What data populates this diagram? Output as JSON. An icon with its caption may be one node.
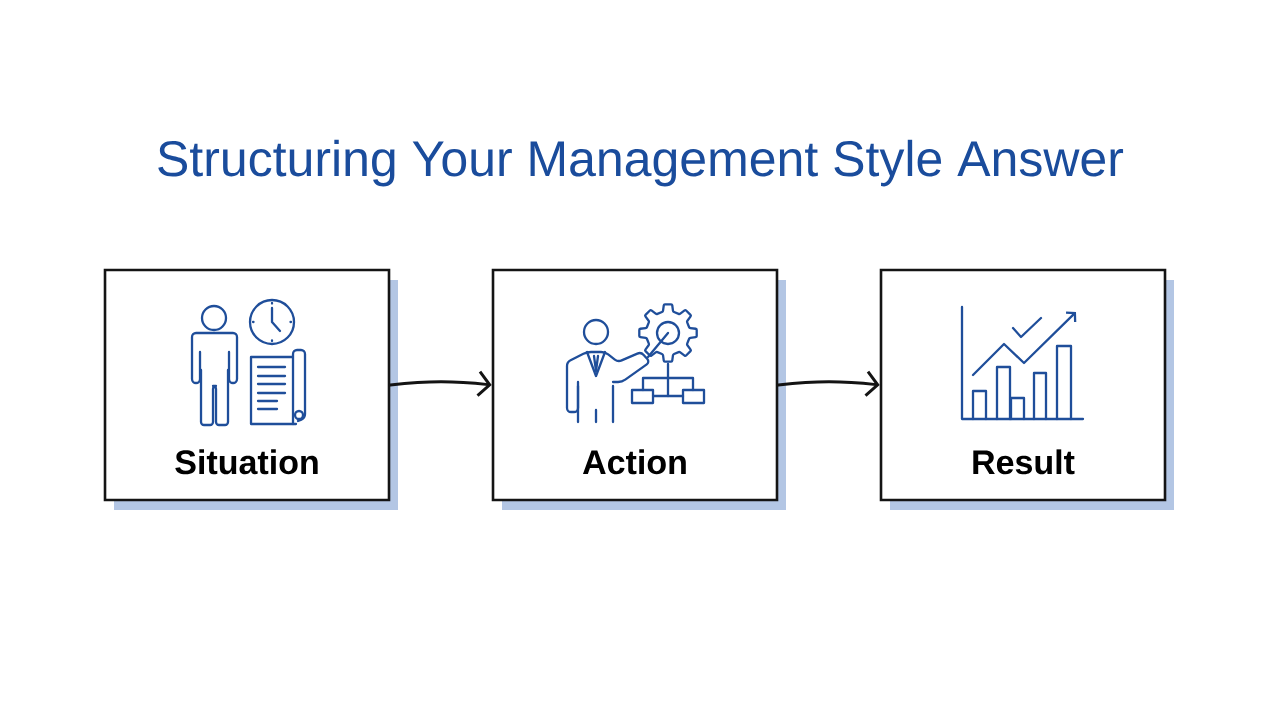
{
  "diagram": {
    "title": "Structuring Your Management Style Answer",
    "nodes": [
      {
        "text": [
          "Situation"
        ]
      },
      {
        "text": [
          "Action"
        ]
      },
      {
        "text": [
          "Result"
        ]
      }
    ],
    "edges": [
      {
        "from": 0,
        "to": 1,
        "arrow": "to"
      },
      {
        "from": 1,
        "to": 2,
        "arrow": "to"
      }
    ]
  }
}
